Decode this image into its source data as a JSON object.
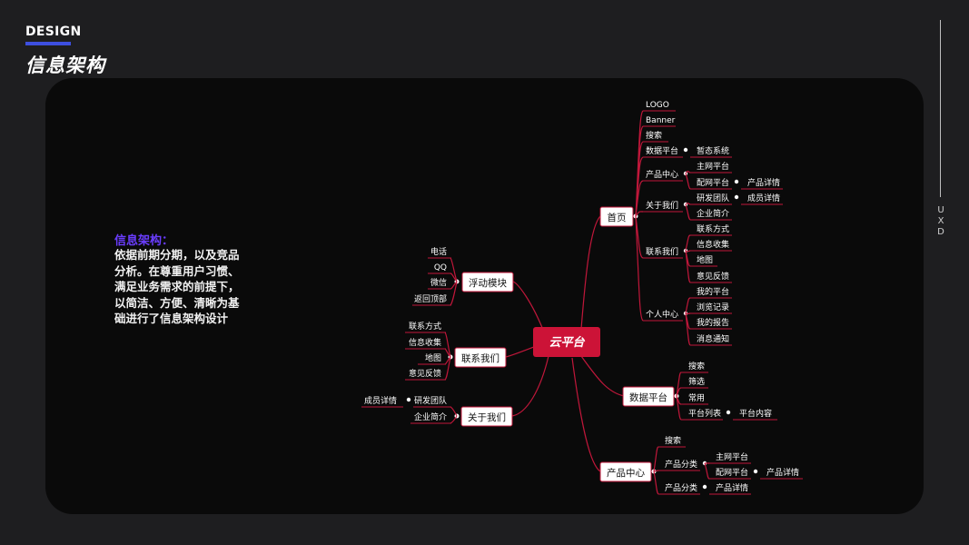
{
  "header": {
    "small_title": "DESIGN",
    "big_title": "信息架构",
    "side_text": "UXD"
  },
  "description": {
    "title": "信息架构：",
    "body": "依据前期分期，以及竞品分析。在尊重用户习惯、满足业务需求的前提下，以简洁、方便、清晰为基础进行了信息架构设计"
  },
  "mindmap": {
    "root": "云平台",
    "nodes": {
      "fudong": "浮动模块",
      "lianxi": "联系我们",
      "guanyu": "关于我们",
      "shouye": "首页",
      "shuju": "数据平台",
      "chanpin": "产品中心"
    },
    "left": {
      "fudong_items": [
        "电话",
        "QQ",
        "微信",
        "返回顶部"
      ],
      "lianxi_items": [
        "联系方式",
        "信息收集",
        "地图",
        "意见反馈"
      ],
      "guanyu_items": [
        "研发团队",
        "成员详情",
        "企业简介"
      ]
    },
    "shouye": {
      "items": [
        "LOGO",
        "Banner",
        "搜索",
        "数据平台",
        "暂态系统",
        "产品中心",
        "主网平台",
        "配网平台",
        "产品详情",
        "关于我们",
        "研发团队",
        "成员详情",
        "企业简介",
        "联系我们",
        "联系方式",
        "信息收集",
        "地图",
        "意见反馈",
        "个人中心",
        "我的平台",
        "浏览记录",
        "我的报告",
        "消息通知"
      ]
    },
    "shuju": {
      "items": [
        "搜索",
        "筛选",
        "常用",
        "平台列表",
        "平台内容"
      ]
    },
    "chanpin": {
      "items": [
        "搜索",
        "产品分类",
        "主网平台",
        "配网平台",
        "产品详情",
        "产品分类",
        "产品详情"
      ]
    }
  }
}
